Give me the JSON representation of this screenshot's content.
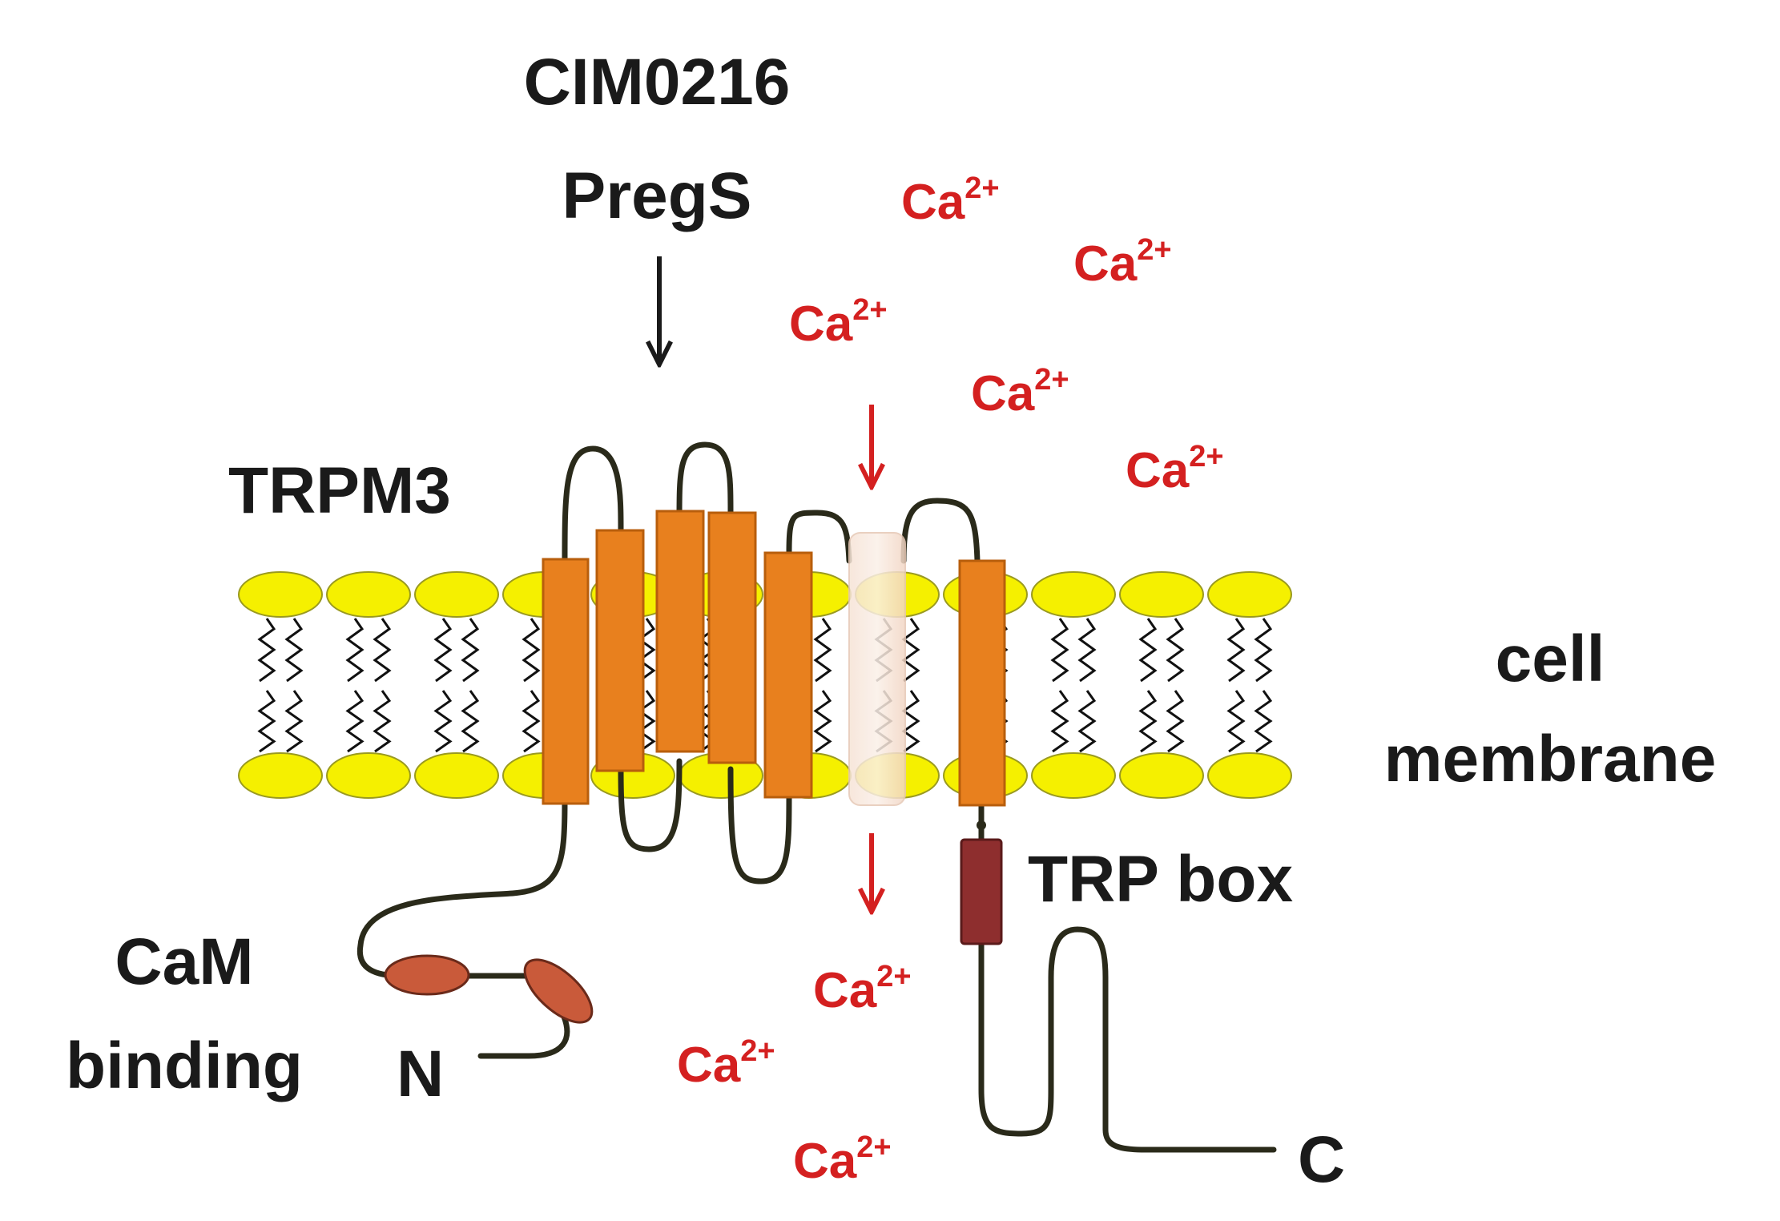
{
  "labels": {
    "agonist_1": "CIM0216",
    "agonist_2": "PregS",
    "channel": "TRPM3",
    "membrane_line1": "cell",
    "membrane_line2": "membrane",
    "trp_box": "TRP box",
    "cam_line1": "CaM",
    "cam_line2": "binding",
    "n_terminus": "N",
    "c_terminus": "C"
  },
  "ion": {
    "base": "Ca",
    "charge": "2+"
  },
  "colors": {
    "helix": "#e8801e",
    "helix_stroke": "#b85e0c",
    "lipid_head": "#f5f000",
    "lipid_head_stroke": "#9a9a20",
    "trp_box": "#8e2e2e",
    "cam_domain": "#c95a3a",
    "calcium": "#d42020",
    "pore": "#f3d9c8"
  },
  "ions_extracellular_count": 5,
  "ions_intracellular_count": 3
}
